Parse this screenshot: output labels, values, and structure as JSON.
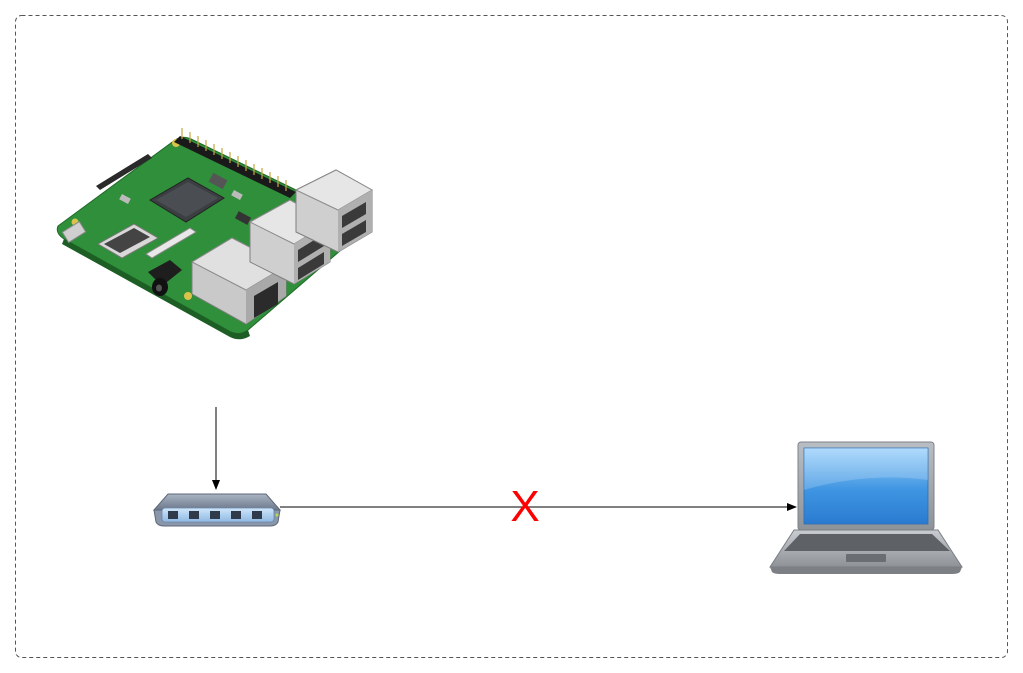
{
  "diagram": {
    "nodes": [
      {
        "id": "raspberry-pi",
        "kind": "single-board-computer"
      },
      {
        "id": "switch",
        "kind": "network-switch"
      },
      {
        "id": "laptop",
        "kind": "laptop"
      }
    ],
    "edges": [
      {
        "from": "raspberry-pi",
        "to": "switch",
        "status": "connected"
      },
      {
        "from": "switch",
        "to": "laptop",
        "status": "blocked",
        "mark": "X"
      }
    ],
    "colors": {
      "border": "#555555",
      "edge": "#000000",
      "blocked_mark": "#ff0000",
      "pcb": "#2f8f3a",
      "switch_body": "#6f7f95",
      "laptop_screen": "#3a8fe0"
    }
  }
}
